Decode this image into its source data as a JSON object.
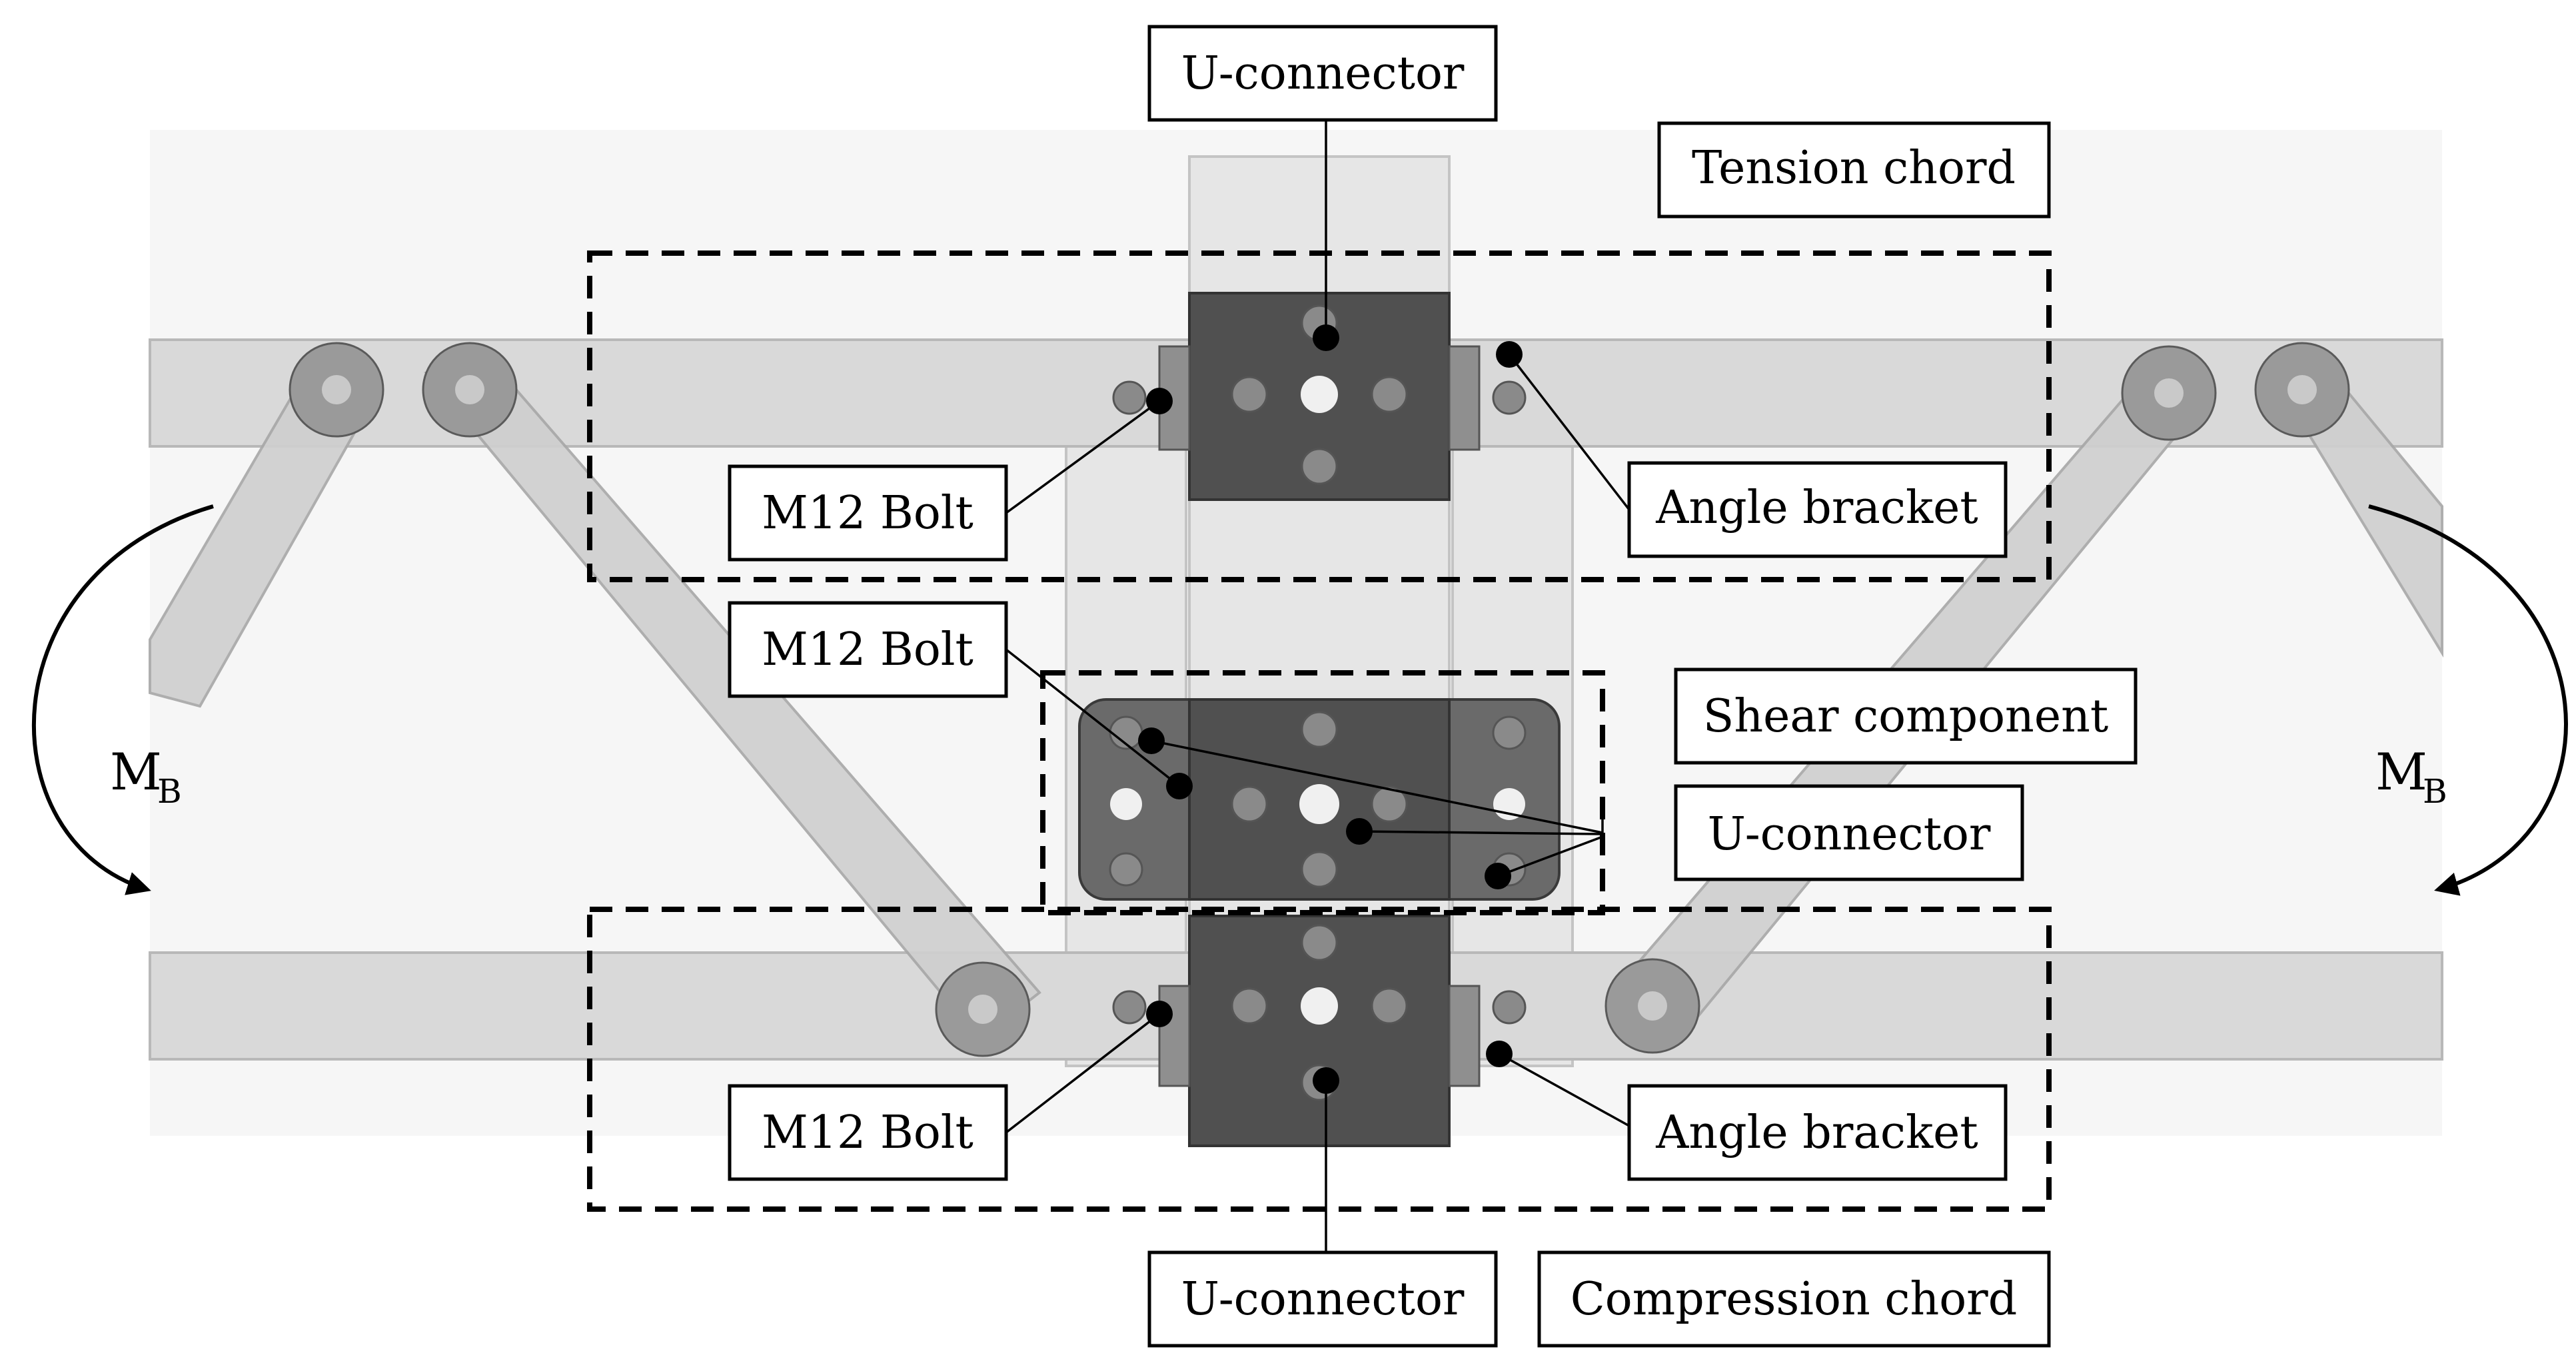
{
  "labels": {
    "u_connector_top": "U-connector",
    "tension_chord": "Tension chord",
    "m12_bolt_top": "M12 Bolt",
    "angle_bracket_top": "Angle bracket",
    "m12_bolt_middle": "M12 Bolt",
    "shear_component": "Shear component",
    "u_connector_middle": "U-connector",
    "m12_bolt_bottom": "M12 Bolt",
    "angle_bracket_bottom": "Angle bracket",
    "u_connector_bottom": "U-connector",
    "compression_chord": "Compression chord",
    "moment_left": "M",
    "moment_left_sub": "B",
    "moment_right": "M",
    "moment_right_sub": "B"
  },
  "colors": {
    "plate": "#505050",
    "member": "#d9d9d9",
    "annotation": "#000000"
  }
}
